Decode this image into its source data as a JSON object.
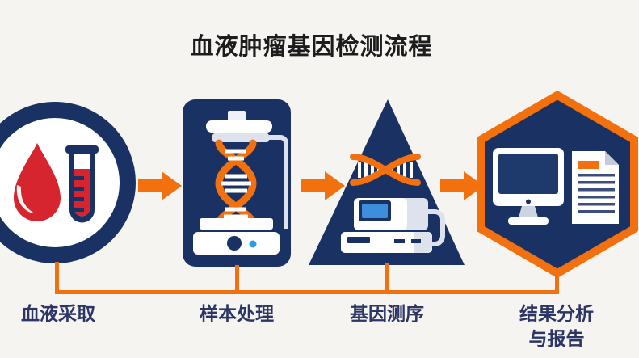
{
  "title": "血液肿瘤基因检测流程",
  "steps": [
    {
      "label": "血液采取",
      "icon": "blood-drop-and-test-tube-icon"
    },
    {
      "label": "样本处理",
      "icon": "dna-extraction-machine-icon"
    },
    {
      "label": "基因测序",
      "icon": "dna-sequencer-icon"
    },
    {
      "label": "结果分析\n与报告",
      "icon": "computer-and-report-icon"
    }
  ],
  "colors": {
    "background": "#f6f4f1",
    "navy": "#1a3263",
    "orange": "#f2700e",
    "red": "#d6252e",
    "white_fill": "#ffffff",
    "light_gray": "#dde2ec",
    "screen_blue": "#3f8edc",
    "dot_blue": "#2e9be6",
    "monitor_screen": "#1e3a6d",
    "doc_line": "#3d4e7c",
    "label_text": "#2c3565",
    "title_text": "#1c1c1c"
  }
}
